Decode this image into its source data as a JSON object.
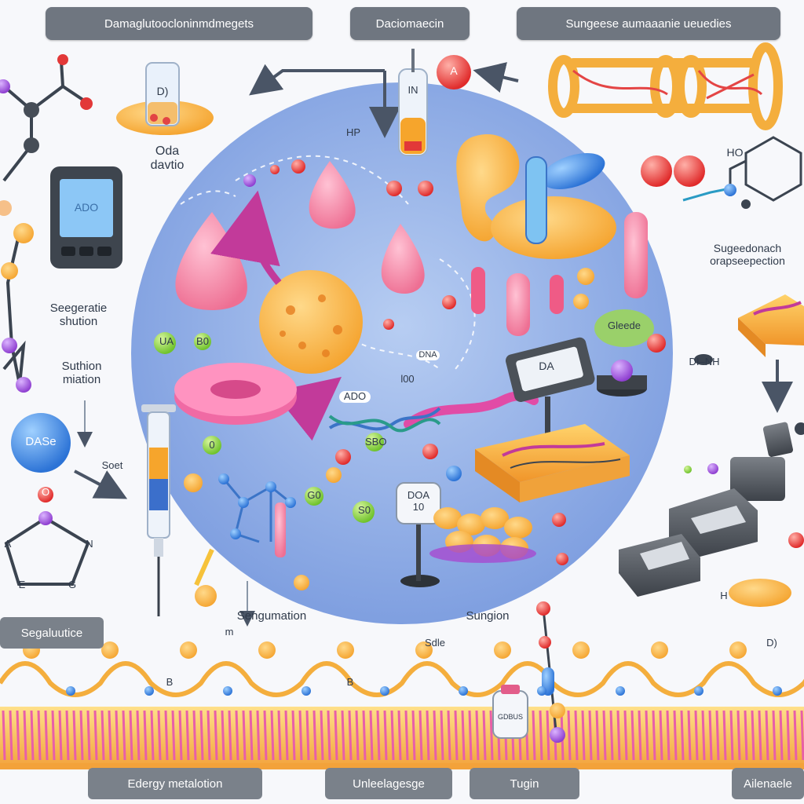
{
  "header": {
    "left": "Damaglutoocloninmdmegets",
    "center": "Daciomaecin",
    "right": "Sungeese aumaaanie ueuedies"
  },
  "left_labels": {
    "oda": "Oda\ndavtio",
    "segregation": "Seegeratie\nshution",
    "suthion": "Suthion\nmiation",
    "dase_button": "DASe",
    "soet": "Soet",
    "segalutice": "Segaluutice"
  },
  "device_screen": "ADO",
  "right_labels": {
    "sugeodonach": "Sugeedonach\norapseepection",
    "ho": "HO",
    "dinh": "DI–NH",
    "h": "H"
  },
  "circle_labels": {
    "hp": "HP",
    "top_tube": "IN",
    "top_vial": "D)",
    "red_ball": "A",
    "scale_screen": "DA",
    "bubble": "Gleede",
    "ado": "ADO",
    "dna_marker": "DNA",
    "loo": "l00",
    "stand_sign": "DOA\n10",
    "ua": "UA",
    "b0": "B0",
    "s0": "S0",
    "g0": "G0",
    "o0": "0",
    "sbo": "SBO"
  },
  "bottom_labels": {
    "sengumation": "Sengumation",
    "m": "m",
    "sungion": "Sungion",
    "side": "Sdle",
    "b1": "B",
    "b2": "B",
    "d_right": "D)",
    "bottle": "GDBUS"
  },
  "footer": {
    "left": "Edergy metalotion",
    "middle": "Unleelagesge",
    "tugin": "Tugin",
    "right": "Ailenaele"
  },
  "molecule_labels": {
    "a": "A",
    "n": "N",
    "e": "E",
    "g": "G",
    "o": "O"
  },
  "colors": {
    "circle": "#8fb0e6",
    "pill_gray": "#6f7680",
    "membrane_orange": "#f4b340",
    "membrane_pink": "#e85fa8",
    "drop_pink": "#f283a4",
    "orange": "#f6a83a",
    "blue": "#3b74c7",
    "purple": "#9b4fd1"
  }
}
